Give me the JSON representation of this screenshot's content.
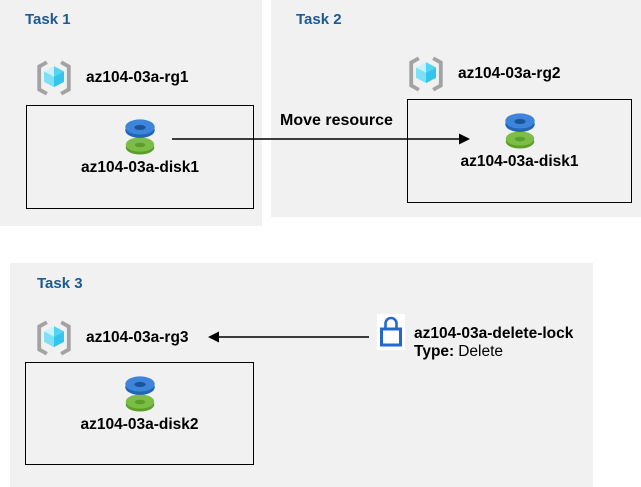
{
  "tasks": [
    {
      "label": "Task 1",
      "rg": "az104-03a-rg1",
      "disk": "az104-03a-disk1"
    },
    {
      "label": "Task 2",
      "rg": "az104-03a-rg2",
      "disk": "az104-03a-disk1"
    },
    {
      "label": "Task 3",
      "rg": "az104-03a-rg3",
      "disk": "az104-03a-disk2"
    }
  ],
  "move_arrow": {
    "label": "Move resource"
  },
  "lock": {
    "name": "az104-03a-delete-lock",
    "type_label": "Type:",
    "type_value": "Delete"
  },
  "icons": {
    "resource_group": "resource-group-icon (cyan cube in gray brackets)",
    "disk": "disk-icon (blue disk stacked on green disk)",
    "lock": "lock-icon (blue padlock outline)"
  },
  "colors": {
    "panel_bg": "#f1f1f1",
    "task_label": "#1c5a96",
    "arrow": "#000000",
    "box_border": "#000000",
    "lock_blue": "#2566d1",
    "disk_blue_top": "#3d85db",
    "disk_blue_dark": "#2065b8",
    "disk_blue_hole": "#1b5597",
    "disk_green_top": "#7cbe45",
    "disk_green_dark": "#5c9e2b",
    "cube_cyan_lightest": "#c9f3fc",
    "cube_cyan_light": "#7fe0f5",
    "cube_cyan_mid": "#55d4f2",
    "cube_cyan_deep": "#33c5ee",
    "bracket_gray": "#a3a3a3"
  }
}
